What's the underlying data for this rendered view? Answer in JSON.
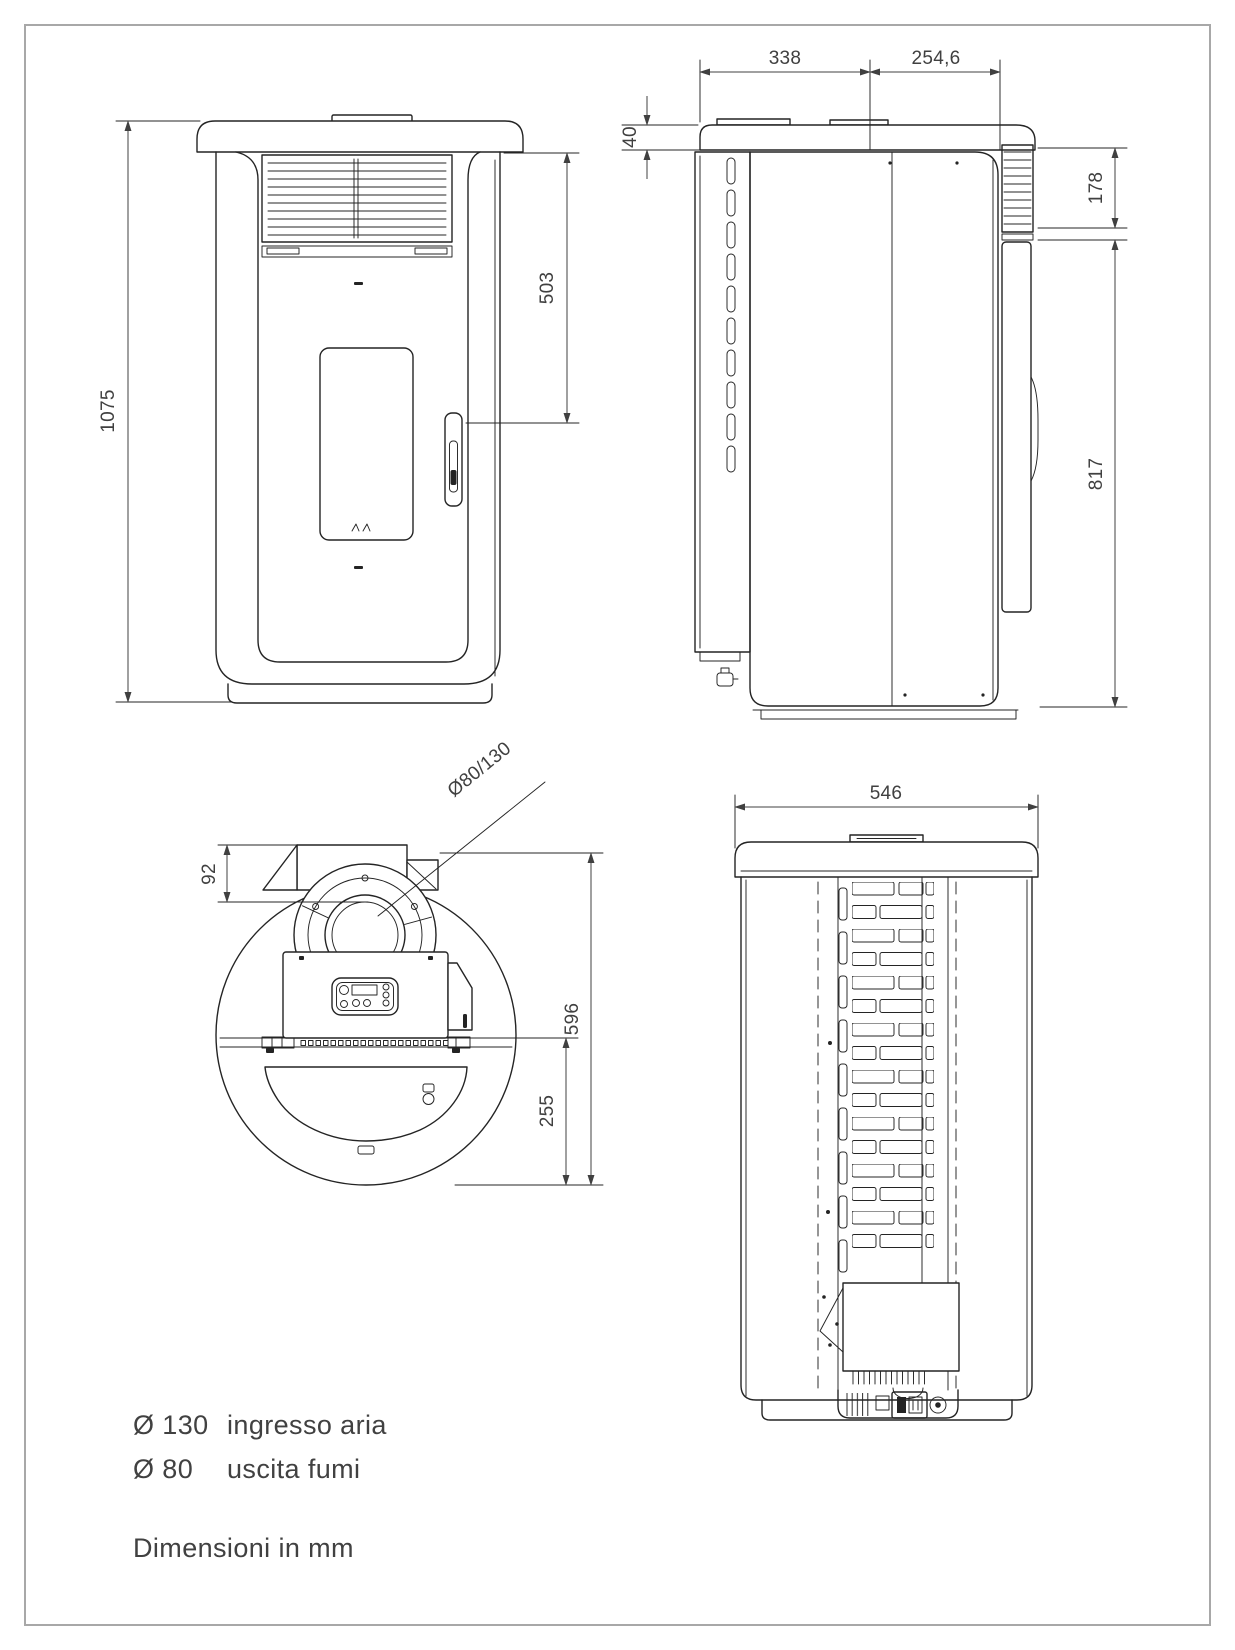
{
  "drawing": {
    "views": {
      "front": {
        "dims": {
          "height": "1075",
          "grille_door": "503"
        }
      },
      "side": {
        "dims": {
          "depth_front": "338",
          "depth_back": "254,6",
          "top_thickness": "40",
          "grille_height": "178",
          "body_height": "817"
        }
      },
      "top": {
        "dims": {
          "flue_offset": "92",
          "depth": "596",
          "front_depth": "255",
          "flue_diameter": "Ø80/130"
        }
      },
      "back": {
        "dims": {
          "width": "546"
        }
      }
    },
    "legend": [
      {
        "symbol": "Ø 130",
        "label": "ingresso aria"
      },
      {
        "symbol": "Ø 80",
        "label": "uscita fumi"
      }
    ],
    "units_note": "Dimensioni in mm"
  }
}
